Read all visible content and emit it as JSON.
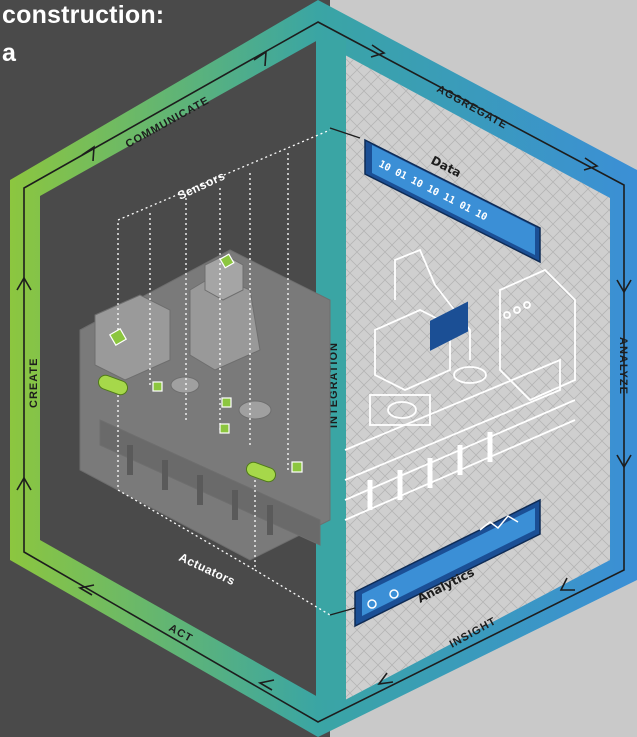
{
  "title": {
    "line1": "construction:",
    "line2": "a"
  },
  "cycle": {
    "communicate": "COMMUNICATE",
    "aggregate": "AGGREGATE",
    "analyze": "ANALYZE",
    "insight": "INSIGHT",
    "act": "ACT",
    "create": "CREATE",
    "integration": "INTEGRATION"
  },
  "inner": {
    "sensors": "Sensors",
    "actuators": "Actuators",
    "data": "Data",
    "analytics": "Analytics",
    "data_stream": "10 01 10 10 11 01 10"
  },
  "colors": {
    "green": "#8cc63f",
    "teal": "#3aa5a4",
    "blue": "#3b8fd6",
    "dark_bg": "#4a4a4a",
    "light_bg": "#c9c9c9"
  }
}
